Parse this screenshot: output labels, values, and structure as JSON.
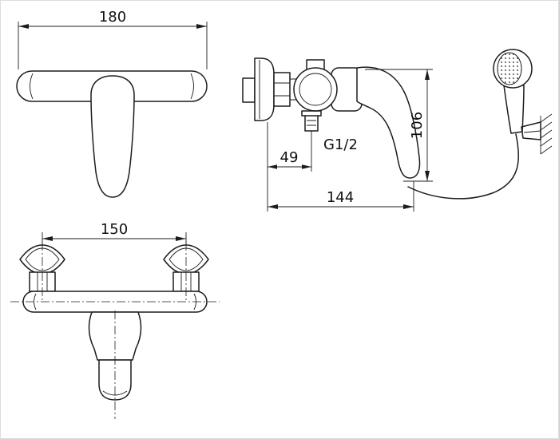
{
  "colors": {
    "line": "#1c1c1c",
    "background": "#ffffff"
  },
  "views": {
    "top": {
      "dim_width": "180"
    },
    "front": {
      "dim_hole_spacing": "150"
    },
    "side": {
      "dim_height": "106",
      "dim_wall_to_outlet": "49",
      "dim_depth": "144",
      "thread": "G1/2"
    }
  }
}
